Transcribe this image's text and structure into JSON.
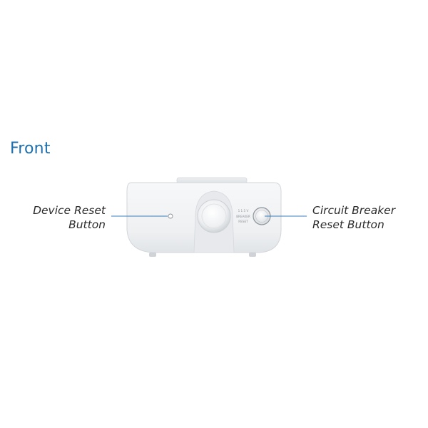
{
  "page": {
    "heading": "Front"
  },
  "callouts": {
    "device_reset": {
      "line1": "Device Reset",
      "line2": "Button"
    },
    "circuit_breaker": {
      "line1": "Circuit Breaker",
      "line2": "Reset Button"
    }
  },
  "device_labels": {
    "breaker_line1": "1 1 5 V",
    "breaker_line2": "BREAKER",
    "breaker_line3": "RESET"
  },
  "colors": {
    "heading": "#1d6fae",
    "leader_line": "#3b7fc0",
    "device_body": "#f2f3f4"
  }
}
